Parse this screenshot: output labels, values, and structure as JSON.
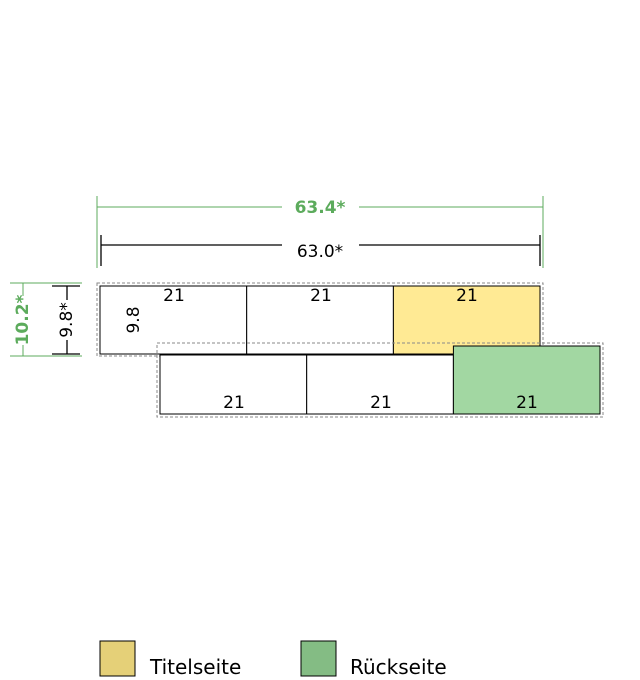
{
  "colors": {
    "outer_dim": "#5cab5c",
    "inner_dim": "#000000",
    "front_panel": "#ffea94",
    "back_panel": "#a2d7a2",
    "legend_front": "#e5d078",
    "legend_back": "#84bc84",
    "panel_stroke": "#000000",
    "dashed_outline": "#8a8a8a"
  },
  "dimensions": {
    "total_width_outer": "63.4*",
    "total_width_inner": "63.0*",
    "height_outer": "10.2*",
    "height_inner": "9.8*",
    "panel_height": "9.8"
  },
  "top_row": {
    "panels": [
      {
        "label": "21",
        "kind": "plain"
      },
      {
        "label": "21",
        "kind": "plain"
      },
      {
        "label": "21",
        "kind": "front"
      }
    ]
  },
  "bottom_row": {
    "panels": [
      {
        "label": "21",
        "kind": "plain"
      },
      {
        "label": "21",
        "kind": "plain"
      },
      {
        "label": "21",
        "kind": "back"
      }
    ]
  },
  "legend": {
    "front_label": "Titelseite",
    "back_label": "Rückseite"
  }
}
